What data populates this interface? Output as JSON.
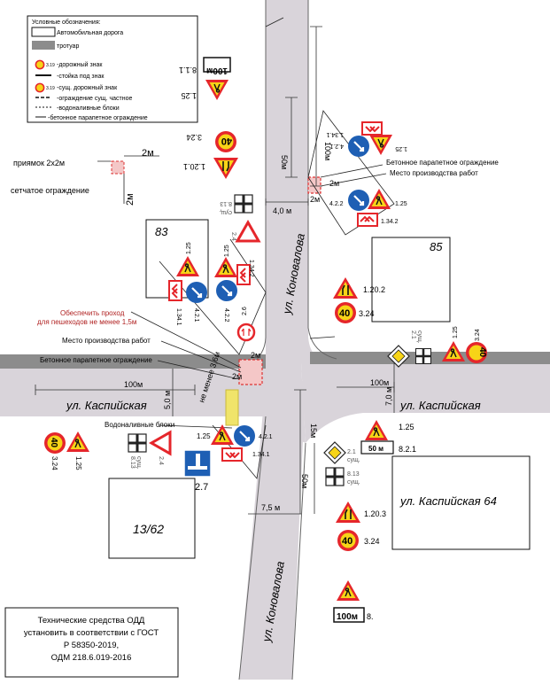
{
  "legend": {
    "title": "Условные обозначения:",
    "items": [
      "Автомобильная дорога",
      "тротуар",
      "-дорожный знак",
      "-стойка под знак",
      "-сущ. дорожный знак",
      "-ограждение сущ. частное",
      "-водоналивные блоки",
      "-бетонное парапетное ограждение"
    ],
    "sign_code_1": "3.19",
    "sign_code_2": "3.19"
  },
  "small_legend": {
    "dim_2m_a": "2м",
    "dim_2m_b": "2м",
    "pit_label": "приямок 2х2м",
    "fence_label": "сетчатое ограждение"
  },
  "streets": {
    "konovalova_north": "ул. Коновалова",
    "konovalova_south": "ул. Коновалова",
    "kaspiyskaya_west": "ул. Каспийская",
    "kaspiyskaya_east": "ул. Каспийская"
  },
  "buildings": {
    "b83": "83",
    "b85": "85",
    "b1362": "13/62",
    "b64": "ул. Каспийская 64"
  },
  "dimensions": {
    "d100_north": "100м",
    "d50_north": "50м",
    "d40_width": "4,0 м",
    "d100_west": "100м",
    "d50_west": "5,0 м",
    "d100_east": "100м",
    "d70_east": "7,0 м",
    "d15_south": "15м",
    "d50_south": "50м",
    "d75_south": "7,5 м",
    "ne_menee": "не менее 3,6м",
    "two_m_a": "2м",
    "two_m_b": "2м",
    "two_m_c": "2м",
    "two_m_d": "2м",
    "dist_sign_north": "100м",
    "dist_sign_south": "100м",
    "dist_50m": "50 м"
  },
  "annotations": {
    "concrete_parapet_ne": "Бетонное парапетное ограждение",
    "work_place_ne": "Место производства работ",
    "pedestrian_1": "Обеспечить проход",
    "pedestrian_2": "для пешеходов не менее 1,5м",
    "work_place_w": "Место производства работ",
    "concrete_parapet_w": "Бетонное парапетное ограждение",
    "water_blocks": "Водоналивные блоки"
  },
  "sign_labels": {
    "n_811": "8.1.1",
    "n_125": "1.25",
    "n_324": "3.24",
    "n_1201": "1.20.1",
    "ne_1341": "1.34.1",
    "ne_421": "4.2.1",
    "ne_125": "1.25",
    "ne_422": "4.2.2",
    "ne_125b": "1.25",
    "ne_1342": "1.34.2",
    "nw_813": "8.13",
    "nw_sush": "сущ.",
    "nw_24": "2.4",
    "nw_125a": "1.25",
    "nw_1342": "1.34.2",
    "nw_125b": "1.25",
    "nw_1341": "1.34.1",
    "nw_421": "4.2.1",
    "nw_422": "4.2.2",
    "nw_26": "2.6",
    "e_1202": "1.20.2",
    "e_324": "3.24",
    "e_21": "2.1",
    "e_sush": "сущ.",
    "e_125": "1.25",
    "e_324b": "3.24",
    "w_324": "3.24",
    "w_125": "1.25",
    "sw_813": "8.13",
    "sw_sush": "сущ.",
    "sw_24": "2.4",
    "sw_27": "2.7",
    "sw_125": "1.25",
    "sw_421": "4.2.1",
    "sw_1341": "1.34.1",
    "se_125": "1.25",
    "se_821": "8.2.1",
    "se_21": "2.1",
    "se_sush": "сущ.",
    "se_813": "8.13",
    "se_sush2": "сущ.",
    "se_1203": "1.20.3",
    "se_324": "3.24",
    "se_8": "8.",
    "speed_40": "40"
  },
  "note": {
    "line1": "Технические средства ОДД",
    "line2": "установить в соответствии с ГОСТ",
    "line3": "Р 58350-2019,",
    "line4": "ОДМ 218.6.019-2016"
  },
  "colors": {
    "road": "#d9d4da",
    "sidewalk": "#8c8c8c",
    "sign_red": "#e5262b",
    "sign_yellow": "#f7d417",
    "sign_blue": "#1e5fb4",
    "water_block": "#f0e46a"
  }
}
